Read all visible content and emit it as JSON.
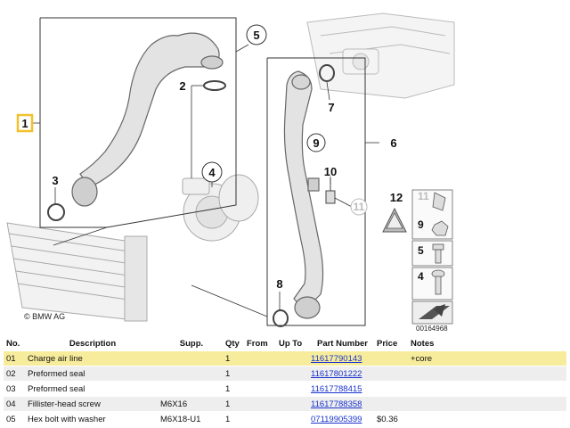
{
  "diagram": {
    "callouts": [
      "1",
      "2",
      "3",
      "4",
      "5",
      "6",
      "7",
      "8",
      "9",
      "10",
      "11",
      "12"
    ],
    "side_numbers": [
      "9",
      "5",
      "4"
    ],
    "copyright": "© BMW AG",
    "image_id": "00164968"
  },
  "table": {
    "headers": [
      "No.",
      "Description",
      "Supp.",
      "Qty",
      "From",
      "Up To",
      "Part Number",
      "Price",
      "Notes"
    ],
    "rows": [
      {
        "no": "01",
        "desc": "Charge air line",
        "supp": "",
        "qty": "1",
        "from": "",
        "upto": "",
        "pn": "11617790143",
        "price": "",
        "notes": "+core"
      },
      {
        "no": "02",
        "desc": "Preformed seal",
        "supp": "",
        "qty": "1",
        "from": "",
        "upto": "",
        "pn": "11617801222",
        "price": "",
        "notes": ""
      },
      {
        "no": "03",
        "desc": "Preformed seal",
        "supp": "",
        "qty": "1",
        "from": "",
        "upto": "",
        "pn": "11617788415",
        "price": "",
        "notes": ""
      },
      {
        "no": "04",
        "desc": "Fillister-head screw",
        "supp": "M6X16",
        "qty": "1",
        "from": "",
        "upto": "",
        "pn": "11617788358",
        "price": "",
        "notes": ""
      },
      {
        "no": "05",
        "desc": "Hex bolt with washer",
        "supp": "M6X18-U1",
        "qty": "1",
        "from": "",
        "upto": "",
        "pn": "07119905399",
        "price": "$0.36",
        "notes": ""
      }
    ]
  }
}
